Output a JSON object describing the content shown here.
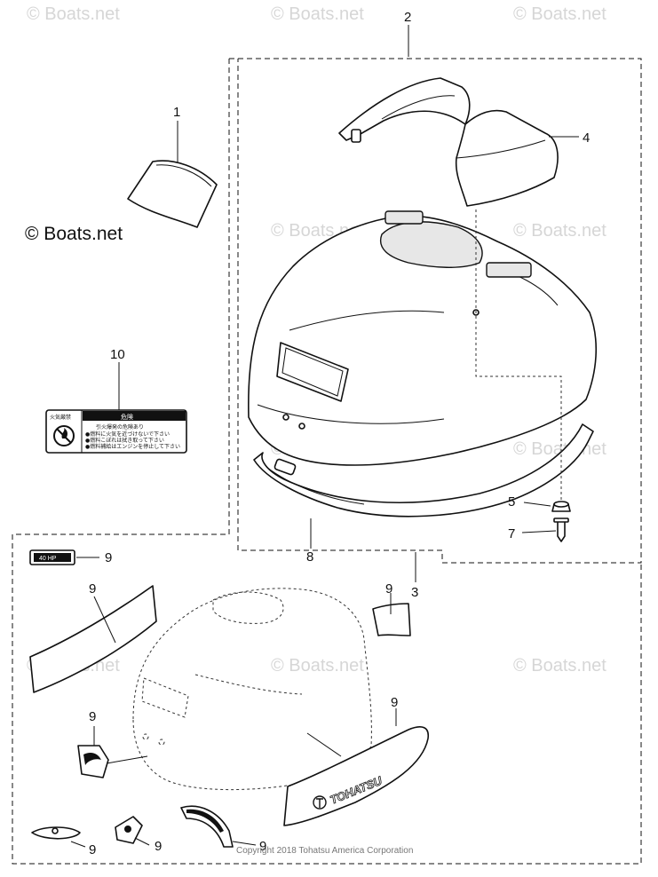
{
  "watermark": {
    "text": "© Boats.net",
    "emphasized_text": "© Boats.net"
  },
  "callouts": {
    "c1": "1",
    "c2": "2",
    "c3": "3",
    "c4": "4",
    "c5": "5",
    "c7": "7",
    "c8": "8",
    "c9": "9",
    "c10": "10"
  },
  "warning_label": {
    "left_title": "火気厳禁",
    "right_title": "危険",
    "line1": "引火爆発の危険あり",
    "line2": "●燃料に火気を近づけないで下さい",
    "line3": "●燃料こぼれは拭き取って下さい",
    "line4": "●燃料補給はエンジンを停止して下さい"
  },
  "decal": {
    "brand": "TOHATSU",
    "badge": "40 HP"
  },
  "copyright": "Copyright 2018 Tohatsu America Corporation"
}
